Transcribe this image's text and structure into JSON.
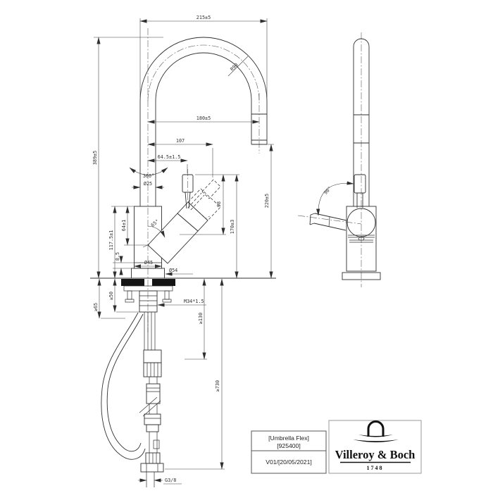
{
  "colors": {
    "line": "#2f2f2f",
    "background": "#ffffff",
    "seal_fill": "#141414"
  },
  "dims": {
    "overall_width": "215±5",
    "bend_radius": "R90",
    "spout_reach": "180±5",
    "reach_to_lever": "107",
    "lever_offset": "64.5±1.5",
    "swivel_angle": "360°",
    "column_diameter": "Ø25",
    "overall_height": "389±5",
    "lever_height": "98",
    "lever_top_height": "170±3",
    "spout_outlet_height": "220±5",
    "head_angle": "65°",
    "head_offset": "64±1",
    "body_height": "117.5±1",
    "base_step": "8.5",
    "body_diameter": "Ø45",
    "flange_diameter": "Ø54",
    "max_deck_thickness": "≥50",
    "deck_clearance": "≥65",
    "shank_thread": "M34*1.5",
    "under_deck_clearance": "≥130",
    "hose_length": "≥730",
    "supply_connection": "G3/8",
    "handle_rotation": "90°"
  },
  "title_block": {
    "product_name": "[Umbrella Flex]",
    "product_code": "[925400]",
    "version": "V01/[20/05/2021]",
    "brand": "Villeroy & Boch",
    "brand_year": "1748"
  }
}
